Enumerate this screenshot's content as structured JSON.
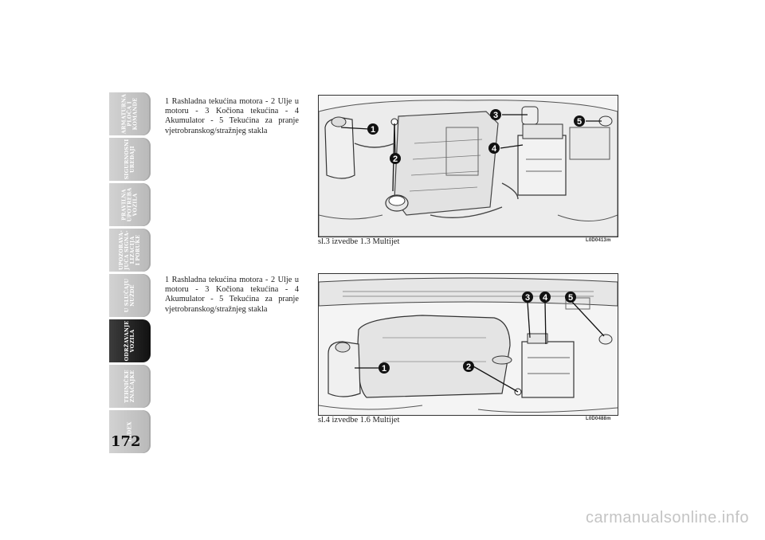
{
  "sidebar": {
    "tabs": [
      {
        "label": "ARMATURNA\nPLOČA I\nKOMANDE",
        "active": false
      },
      {
        "label": "SIGURNOSNI\nUREĐAJI",
        "active": false
      },
      {
        "label": "PRAVILNA\nUPOTREBA\nVOZILA",
        "active": false
      },
      {
        "label": "UPOZORAVA-\nJUĆA SIGNA-\nLIZACIJA\nI PORUKE",
        "active": false
      },
      {
        "label": "U SLUČAJU\nNUŽDE",
        "active": false
      },
      {
        "label": "ODRŽAVANJE\nVOZILA",
        "active": true
      },
      {
        "label": "TEHNIČKE\nZNAČAJKE",
        "active": false
      },
      {
        "label": "INDEX",
        "active": false
      }
    ]
  },
  "page": {
    "number": "172"
  },
  "figures": [
    {
      "legend": "1 Rashladna tekućina motora - 2 Ulje u motoru - 3 Kočiona tekućina - 4 Akumulator - 5 Tekućina za pranje vjetrobranskog/stražnjeg stakla",
      "caption": "sl.3 izvedbe 1.3 Multijet",
      "code": "L0D0413m",
      "callouts": [
        "1",
        "2",
        "3",
        "4",
        "5"
      ]
    },
    {
      "legend": "1 Rashladna tekućina motora - 2 Ulje u motoru - 3 Kočiona tekućina - 4 Akumulator - 5 Tekućina za pranje vjetrobranskog/stražnjeg stakla",
      "caption": "sl.4 izvedbe 1.6 Multijet",
      "code": "L0D0488m",
      "callouts": [
        "1",
        "2",
        "3",
        "4",
        "5"
      ]
    }
  ],
  "watermark": "carmanualsonline.info"
}
